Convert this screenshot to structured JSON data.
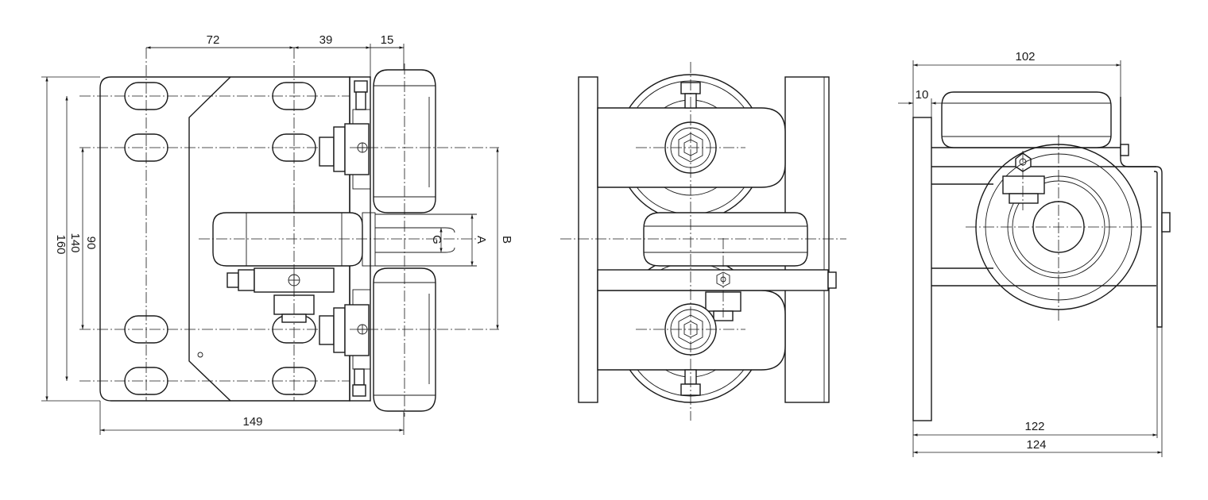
{
  "views": {
    "front": {
      "dims": {
        "d72": "72",
        "d39": "39",
        "d15": "15",
        "d160": "160",
        "d140": "140",
        "d90": "90",
        "d149": "149",
        "dG": "G",
        "dA": "A",
        "dB": "B"
      }
    },
    "side": {
      "dims": {
        "d102": "102",
        "d10": "10",
        "d122": "122",
        "d124": "124"
      }
    }
  }
}
